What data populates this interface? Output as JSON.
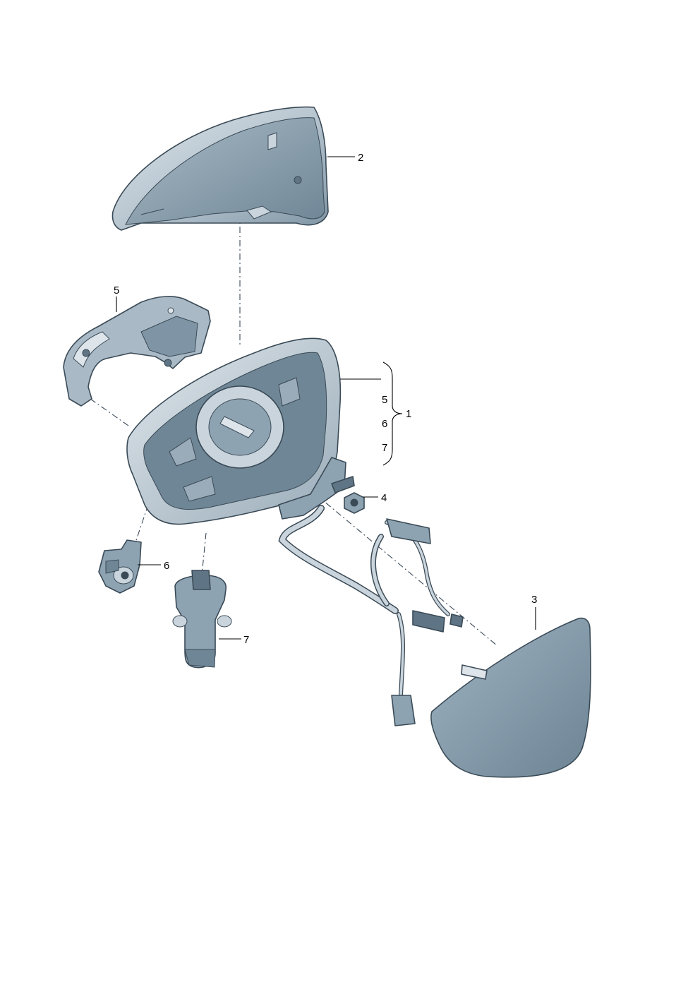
{
  "callouts": {
    "c2": "2",
    "c5_top": "5",
    "c5_group": "5",
    "c6_group": "6",
    "c7_group": "7",
    "c1": "1",
    "c4": "4",
    "c6": "6",
    "c7": "7",
    "c3": "3"
  },
  "colors": {
    "part_fill": "#8ea3b2",
    "part_light": "#c9d4dc",
    "part_dark": "#5f7585",
    "outline": "#3a4a56"
  },
  "icons": {
    "mirror_cap": "mirror-cap-shape",
    "mirror_housing": "mirror-housing-shape",
    "mirror_glass": "mirror-glass-shape"
  }
}
